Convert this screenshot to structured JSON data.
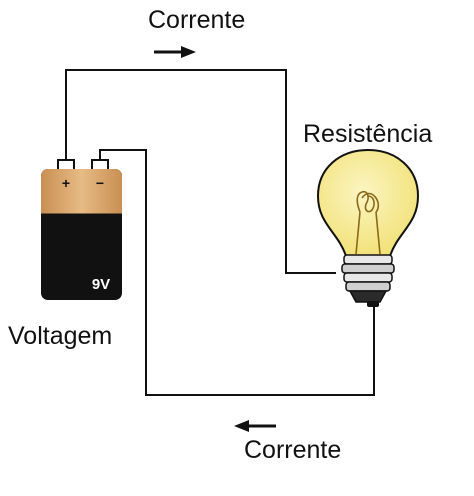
{
  "labels": {
    "current_top": "Corrente",
    "resistance": "Resistência",
    "voltage": "Voltagem",
    "current_bottom": "Corrente"
  },
  "battery": {
    "voltage_label": "9V",
    "positive_symbol": "+",
    "negative_symbol": "−"
  },
  "colors": {
    "wire": "#111111",
    "battery_top": "#d9a66b",
    "battery_body": "#111111",
    "bulb_glass": "#f6ea8c",
    "bulb_base": "#2a2a2a"
  }
}
